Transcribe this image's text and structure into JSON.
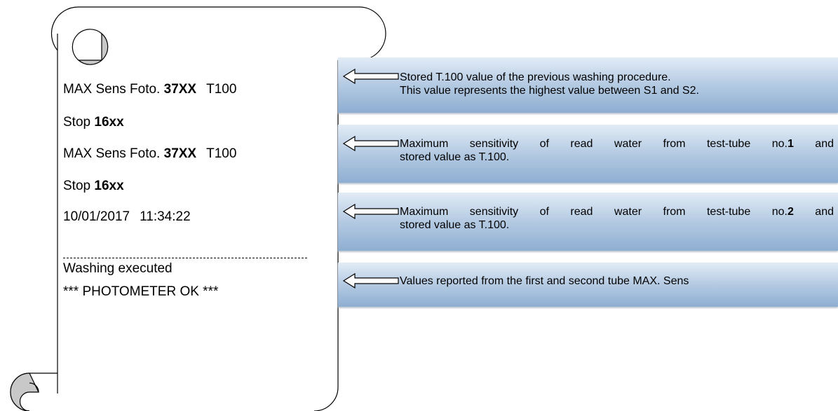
{
  "receipt": {
    "line1": {
      "label": "MAX Sens Foto.",
      "value": "37XX",
      "suffix": "T100"
    },
    "line2": {
      "label": "Stop",
      "value": "16xx"
    },
    "line3": {
      "label": "MAX Sens Foto.",
      "value": "37XX",
      "suffix": "T100"
    },
    "line4": {
      "label": "Stop",
      "value": "16xx"
    },
    "datetime": {
      "date": "10/01/2017",
      "time": "11:34:22"
    },
    "divider": "------------------------------------------",
    "status1": "Washing executed",
    "status2": "*** PHOTOMETER OK ***"
  },
  "callouts": {
    "c1": {
      "line1": "Stored T.100 value of the previous washing procedure.",
      "line2": "This value represents the highest value between S1 and S2."
    },
    "c2": {
      "line1_pre": "Maximum sensitivity of read water from test-tube no.",
      "line1_num": "1",
      "line1_post": " and",
      "line2": "stored value as T.100."
    },
    "c3": {
      "line1_pre": "Maximum sensitivity of read water from test-tube no.",
      "line1_num": "2",
      "line1_post": " and",
      "line2": "stored value as T.100."
    },
    "c4": {
      "line1": "Values reported from the first and second tube MAX. Sens"
    }
  },
  "colors": {
    "callout_top": "#e2ecf6",
    "callout_bottom": "#8eaed2",
    "scroll_curl": "#c8c8c8"
  }
}
